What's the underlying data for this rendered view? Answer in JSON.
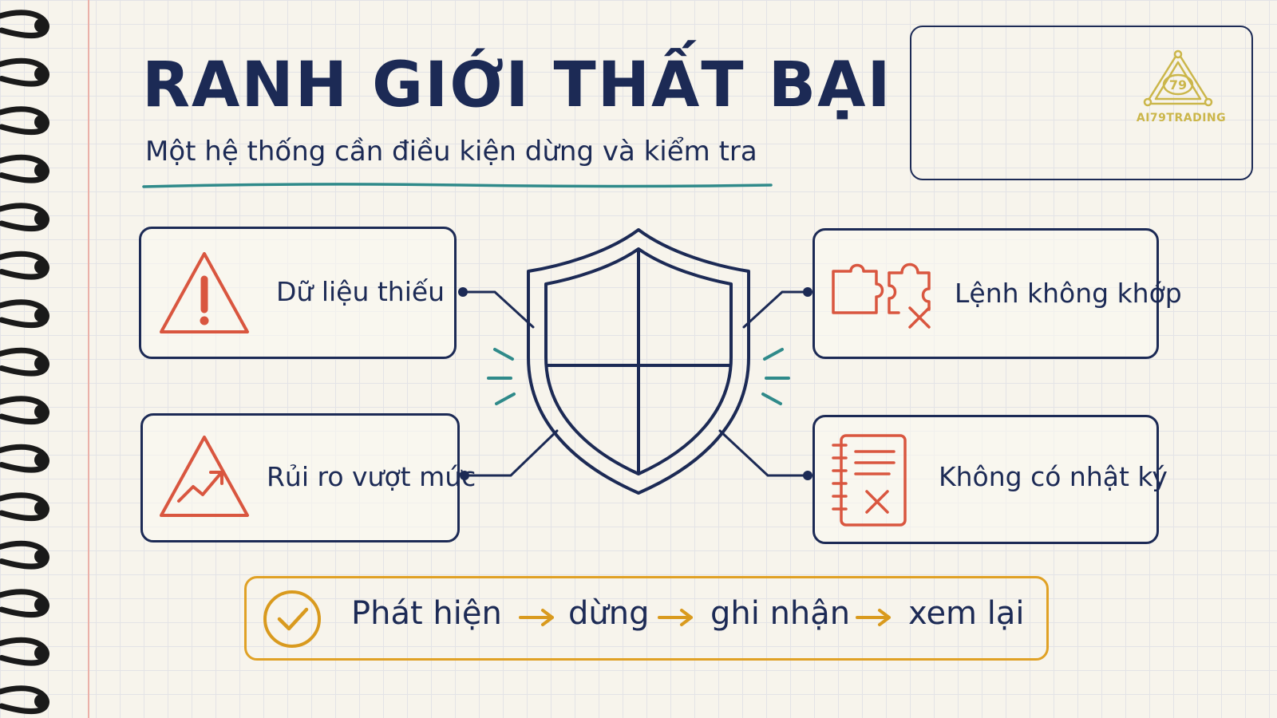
{
  "title": "RANH GIỚI THẤT BẠI",
  "subtitle": "Một hệ thống cần điều kiện dừng và kiểm tra",
  "logo": {
    "text": "AI79TRADING",
    "badge": "79",
    "color": "#cbb64a"
  },
  "cards": [
    {
      "label": "Dữ liệu thiếu",
      "icon": "warning-triangle-icon"
    },
    {
      "label": "Rủi ro vượt mức",
      "icon": "rising-risk-triangle-icon"
    },
    {
      "label": "Lệnh không khớp",
      "icon": "mismatched-puzzle-icon"
    },
    {
      "label": "Không có nhật ký",
      "icon": "crossed-notebook-icon"
    }
  ],
  "center_icon": "shield-icon",
  "flow": {
    "icon": "check-circle-icon",
    "steps": [
      "Phát hiện",
      "dừng",
      "ghi nhận",
      "xem lại"
    ]
  },
  "colors": {
    "ink": "#1c2a55",
    "accent_red": "#d9563f",
    "accent_orange": "#e0a125",
    "accent_teal": "#2f8a8a",
    "logo_gold": "#cbb64a"
  }
}
